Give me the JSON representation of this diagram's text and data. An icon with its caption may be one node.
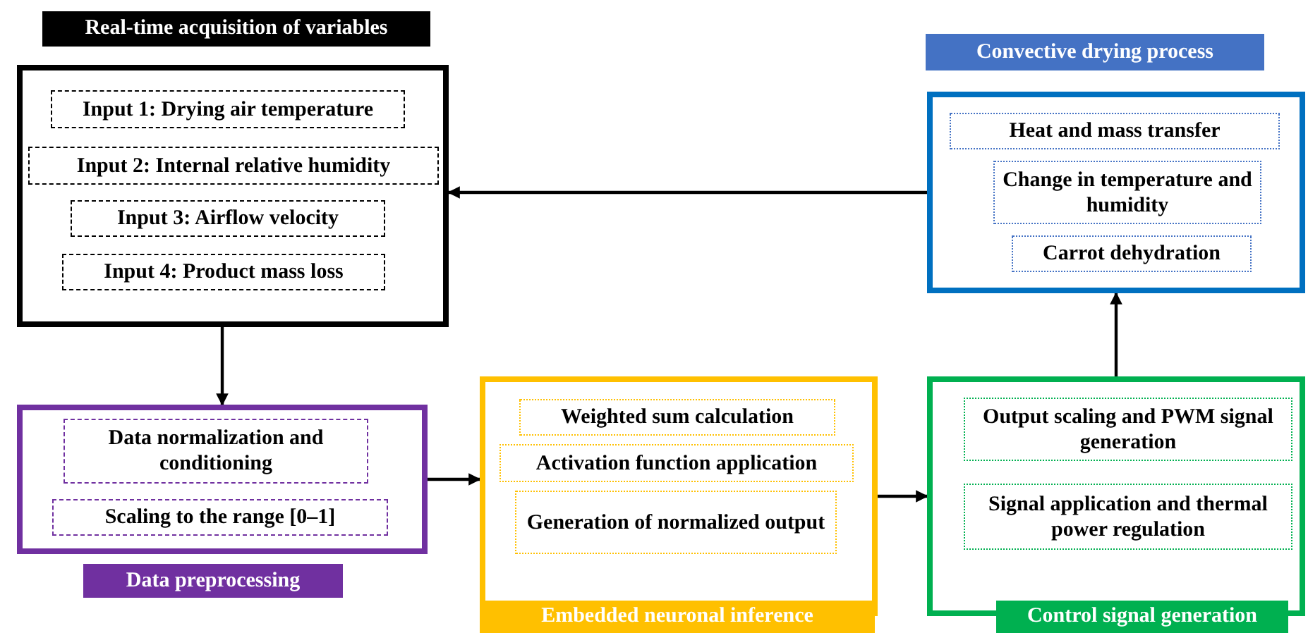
{
  "diagram": {
    "nodes": [
      {
        "text": [
          "Real-time acquisition of variables"
        ]
      },
      {
        "text": [
          "Input 1: Drying air temperature"
        ],
        "in": 0
      },
      {
        "text": [
          "Input 2: Internal relative humidity"
        ],
        "in": 0
      },
      {
        "text": [
          "Input 3: Airflow velocity"
        ],
        "in": 0
      },
      {
        "text": [
          "Input 4: Product mass loss"
        ],
        "in": 0
      },
      {
        "text": [
          "Convective drying process"
        ]
      },
      {
        "text": [
          "Heat and mass transfer"
        ],
        "in": 5
      },
      {
        "text": [
          "Change in temperature and humidity"
        ],
        "in": 5
      },
      {
        "text": [
          "Carrot dehydration"
        ],
        "in": 5
      },
      {
        "text": [
          "Data preprocessing"
        ]
      },
      {
        "text": [
          "Data normalization and conditioning"
        ],
        "in": 9
      },
      {
        "text": [
          "Scaling to the range [0–1]"
        ],
        "in": 9
      },
      {
        "text": [
          "Embedded neuronal inference"
        ]
      },
      {
        "text": [
          "Weighted sum calculation"
        ],
        "in": 12
      },
      {
        "text": [
          "Activation function application"
        ],
        "in": 12
      },
      {
        "text": [
          "Generation of normalized output"
        ],
        "in": 12
      },
      {
        "text": [
          "Control signal generation"
        ]
      },
      {
        "text": [
          "Output scaling and PWM signal generation"
        ],
        "in": 16
      },
      {
        "text": [
          "Signal application and thermal power regulation"
        ],
        "in": 16
      }
    ],
    "edges": [
      {
        "from": 5,
        "to": 0,
        "arrow": "to"
      },
      {
        "from": 0,
        "to": 9,
        "arrow": "to"
      },
      {
        "from": 9,
        "to": 12,
        "arrow": "to"
      },
      {
        "from": 12,
        "to": 16,
        "arrow": "to"
      },
      {
        "from": 16,
        "to": 5,
        "arrow": "to"
      }
    ]
  }
}
